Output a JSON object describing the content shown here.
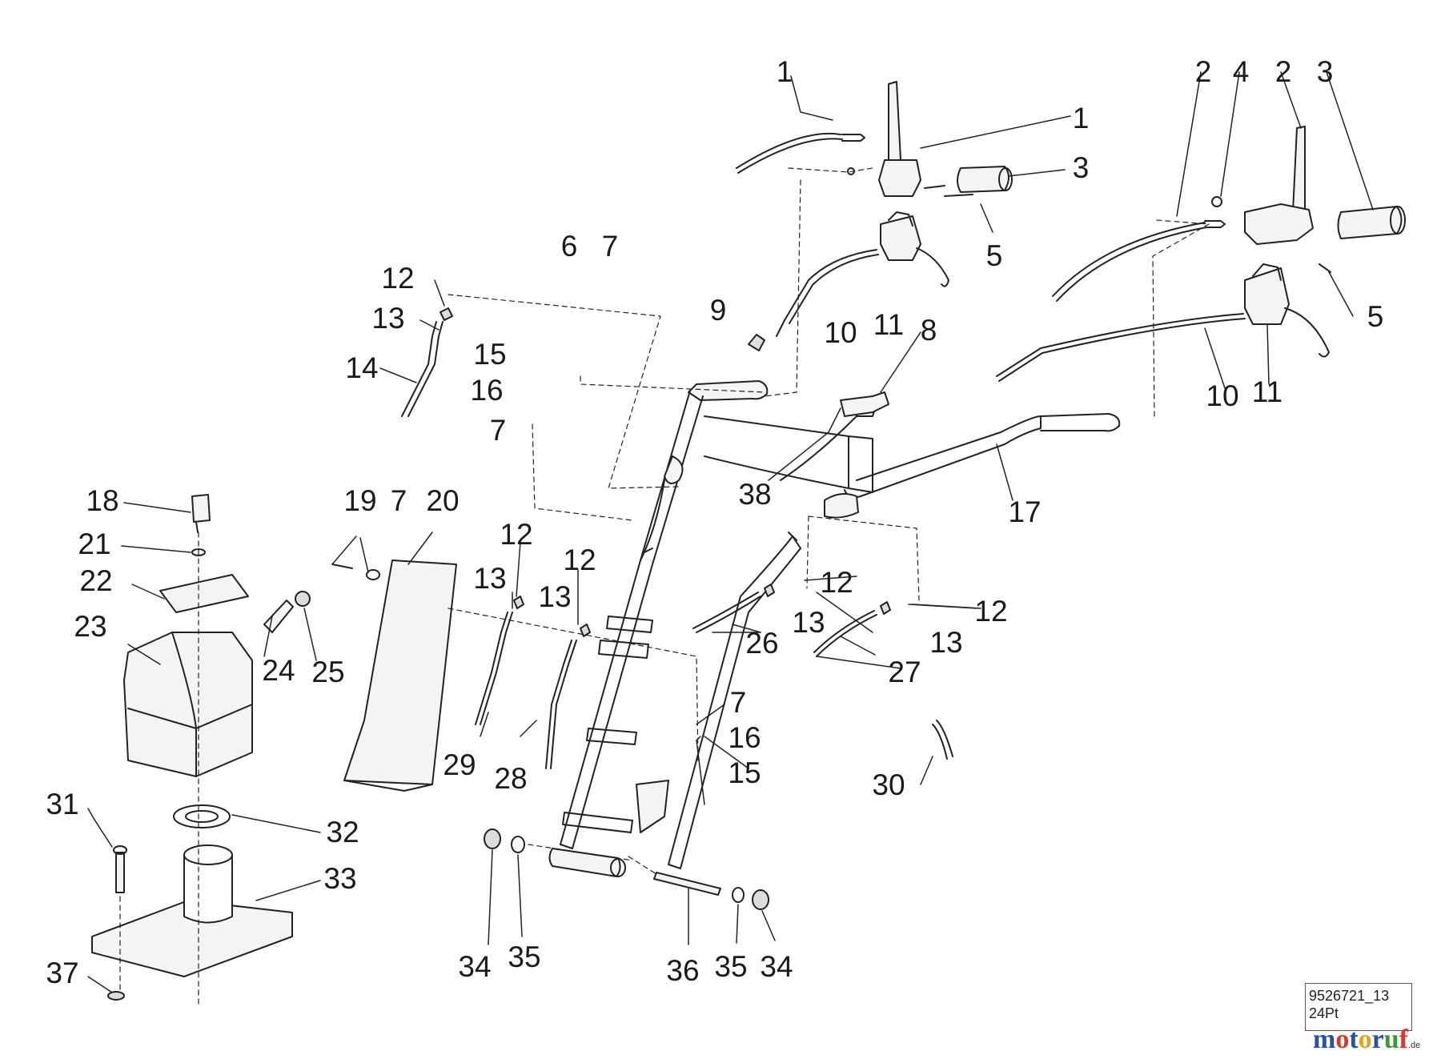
{
  "diagram": {
    "callouts": [
      {
        "n": "1",
        "key": "c1a"
      },
      {
        "n": "1",
        "key": "c1b"
      },
      {
        "n": "2",
        "key": "c2a"
      },
      {
        "n": "4",
        "key": "c4"
      },
      {
        "n": "2",
        "key": "c2b"
      },
      {
        "n": "3",
        "key": "c3a"
      },
      {
        "n": "3",
        "key": "c3b"
      },
      {
        "n": "5",
        "key": "c5a"
      },
      {
        "n": "5",
        "key": "c5b"
      },
      {
        "n": "6",
        "key": "c6"
      },
      {
        "n": "7",
        "key": "c7a"
      },
      {
        "n": "12",
        "key": "c12a"
      },
      {
        "n": "13",
        "key": "c13a"
      },
      {
        "n": "14",
        "key": "c14"
      },
      {
        "n": "15",
        "key": "c15a"
      },
      {
        "n": "16",
        "key": "c16a"
      },
      {
        "n": "7",
        "key": "c7b"
      },
      {
        "n": "9",
        "key": "c9"
      },
      {
        "n": "10",
        "key": "c10a"
      },
      {
        "n": "11",
        "key": "c11a"
      },
      {
        "n": "8",
        "key": "c8"
      },
      {
        "n": "10",
        "key": "c10b"
      },
      {
        "n": "11",
        "key": "c11b"
      },
      {
        "n": "38",
        "key": "c38"
      },
      {
        "n": "17",
        "key": "c17"
      },
      {
        "n": "18",
        "key": "c18"
      },
      {
        "n": "21",
        "key": "c21"
      },
      {
        "n": "22",
        "key": "c22"
      },
      {
        "n": "23",
        "key": "c23"
      },
      {
        "n": "24",
        "key": "c24"
      },
      {
        "n": "25",
        "key": "c25"
      },
      {
        "n": "19",
        "key": "c19"
      },
      {
        "n": "7",
        "key": "c7c"
      },
      {
        "n": "20",
        "key": "c20"
      },
      {
        "n": "12",
        "key": "c12b"
      },
      {
        "n": "13",
        "key": "c13b"
      },
      {
        "n": "12",
        "key": "c12c"
      },
      {
        "n": "13",
        "key": "c13c"
      },
      {
        "n": "29",
        "key": "c29"
      },
      {
        "n": "28",
        "key": "c28"
      },
      {
        "n": "12",
        "key": "c12d"
      },
      {
        "n": "13",
        "key": "c13d"
      },
      {
        "n": "26",
        "key": "c26"
      },
      {
        "n": "12",
        "key": "c12e"
      },
      {
        "n": "13",
        "key": "c13e"
      },
      {
        "n": "27",
        "key": "c27"
      },
      {
        "n": "7",
        "key": "c7d"
      },
      {
        "n": "16",
        "key": "c16b"
      },
      {
        "n": "15",
        "key": "c15b"
      },
      {
        "n": "30",
        "key": "c30"
      },
      {
        "n": "31",
        "key": "c31"
      },
      {
        "n": "32",
        "key": "c32"
      },
      {
        "n": "33",
        "key": "c33"
      },
      {
        "n": "37",
        "key": "c37"
      },
      {
        "n": "34",
        "key": "c34a"
      },
      {
        "n": "35",
        "key": "c35a"
      },
      {
        "n": "36",
        "key": "c36"
      },
      {
        "n": "35",
        "key": "c35b"
      },
      {
        "n": "34",
        "key": "c34b"
      }
    ]
  },
  "ref": {
    "code": "9526721_13",
    "sub": "24Pt"
  },
  "brand": {
    "text": "motoruf",
    "suffix": ".de",
    "colors": [
      "#2a4fa8",
      "#d63a2f",
      "#2a4fa8",
      "#e8a020",
      "#2a4fa8",
      "#3a9a3a",
      "#d63a2f"
    ]
  }
}
